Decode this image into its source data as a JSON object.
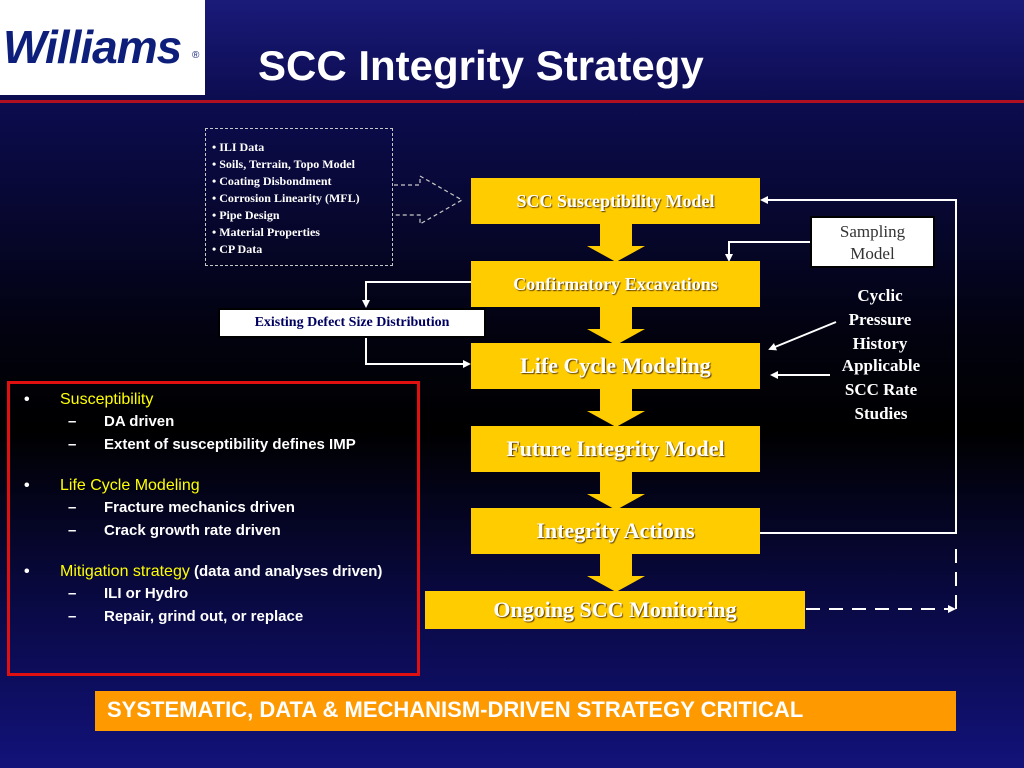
{
  "header": {
    "logo_text": "Williams",
    "logo_mark": "®",
    "title": "SCC Integrity Strategy"
  },
  "ili_box": {
    "items": [
      "• ILI Data",
      "• Soils, Terrain, Topo Model",
      "• Coating Disbondment",
      "• Corrosion Linearity (MFL)",
      "• Pipe Design",
      "• Material Properties",
      "• CP Data"
    ]
  },
  "flow": {
    "steps": [
      "SCC Susceptibility Model",
      "Confirmatory Excavations",
      "Life Cycle Modeling",
      "Future Integrity Model",
      "Integrity Actions",
      "Ongoing SCC Monitoring"
    ],
    "defect_box": "Existing Defect Size Distribution",
    "sampling_box_line1": "Sampling",
    "sampling_box_line2": "Model",
    "cyclic_text": [
      "Cyclic",
      "Pressure",
      "History"
    ],
    "rate_text": [
      "Applicable",
      "SCC Rate",
      "Studies"
    ]
  },
  "summary": {
    "items": [
      {
        "head": "Susceptibility",
        "tail": "",
        "subs": [
          "DA driven",
          "Extent of susceptibility defines IMP"
        ]
      },
      {
        "head": "Life Cycle Modeling",
        "tail": "",
        "subs": [
          "Fracture mechanics driven",
          "Crack growth rate driven"
        ]
      },
      {
        "head": "Mitigation strategy",
        "tail": " (data and analyses driven)",
        "subs": [
          "ILI or Hydro",
          "Repair, grind out, or replace"
        ]
      }
    ],
    "bullet_char": "•",
    "dash_char": "–"
  },
  "banner": "SYSTEMATIC, DATA & MECHANISM-DRIVEN STRATEGY CRITICAL",
  "colors": {
    "flow_fill": "#ffcc00",
    "banner_fill": "#ff9900",
    "accent_red": "#e01010",
    "bullet_head": "#ffff00"
  }
}
